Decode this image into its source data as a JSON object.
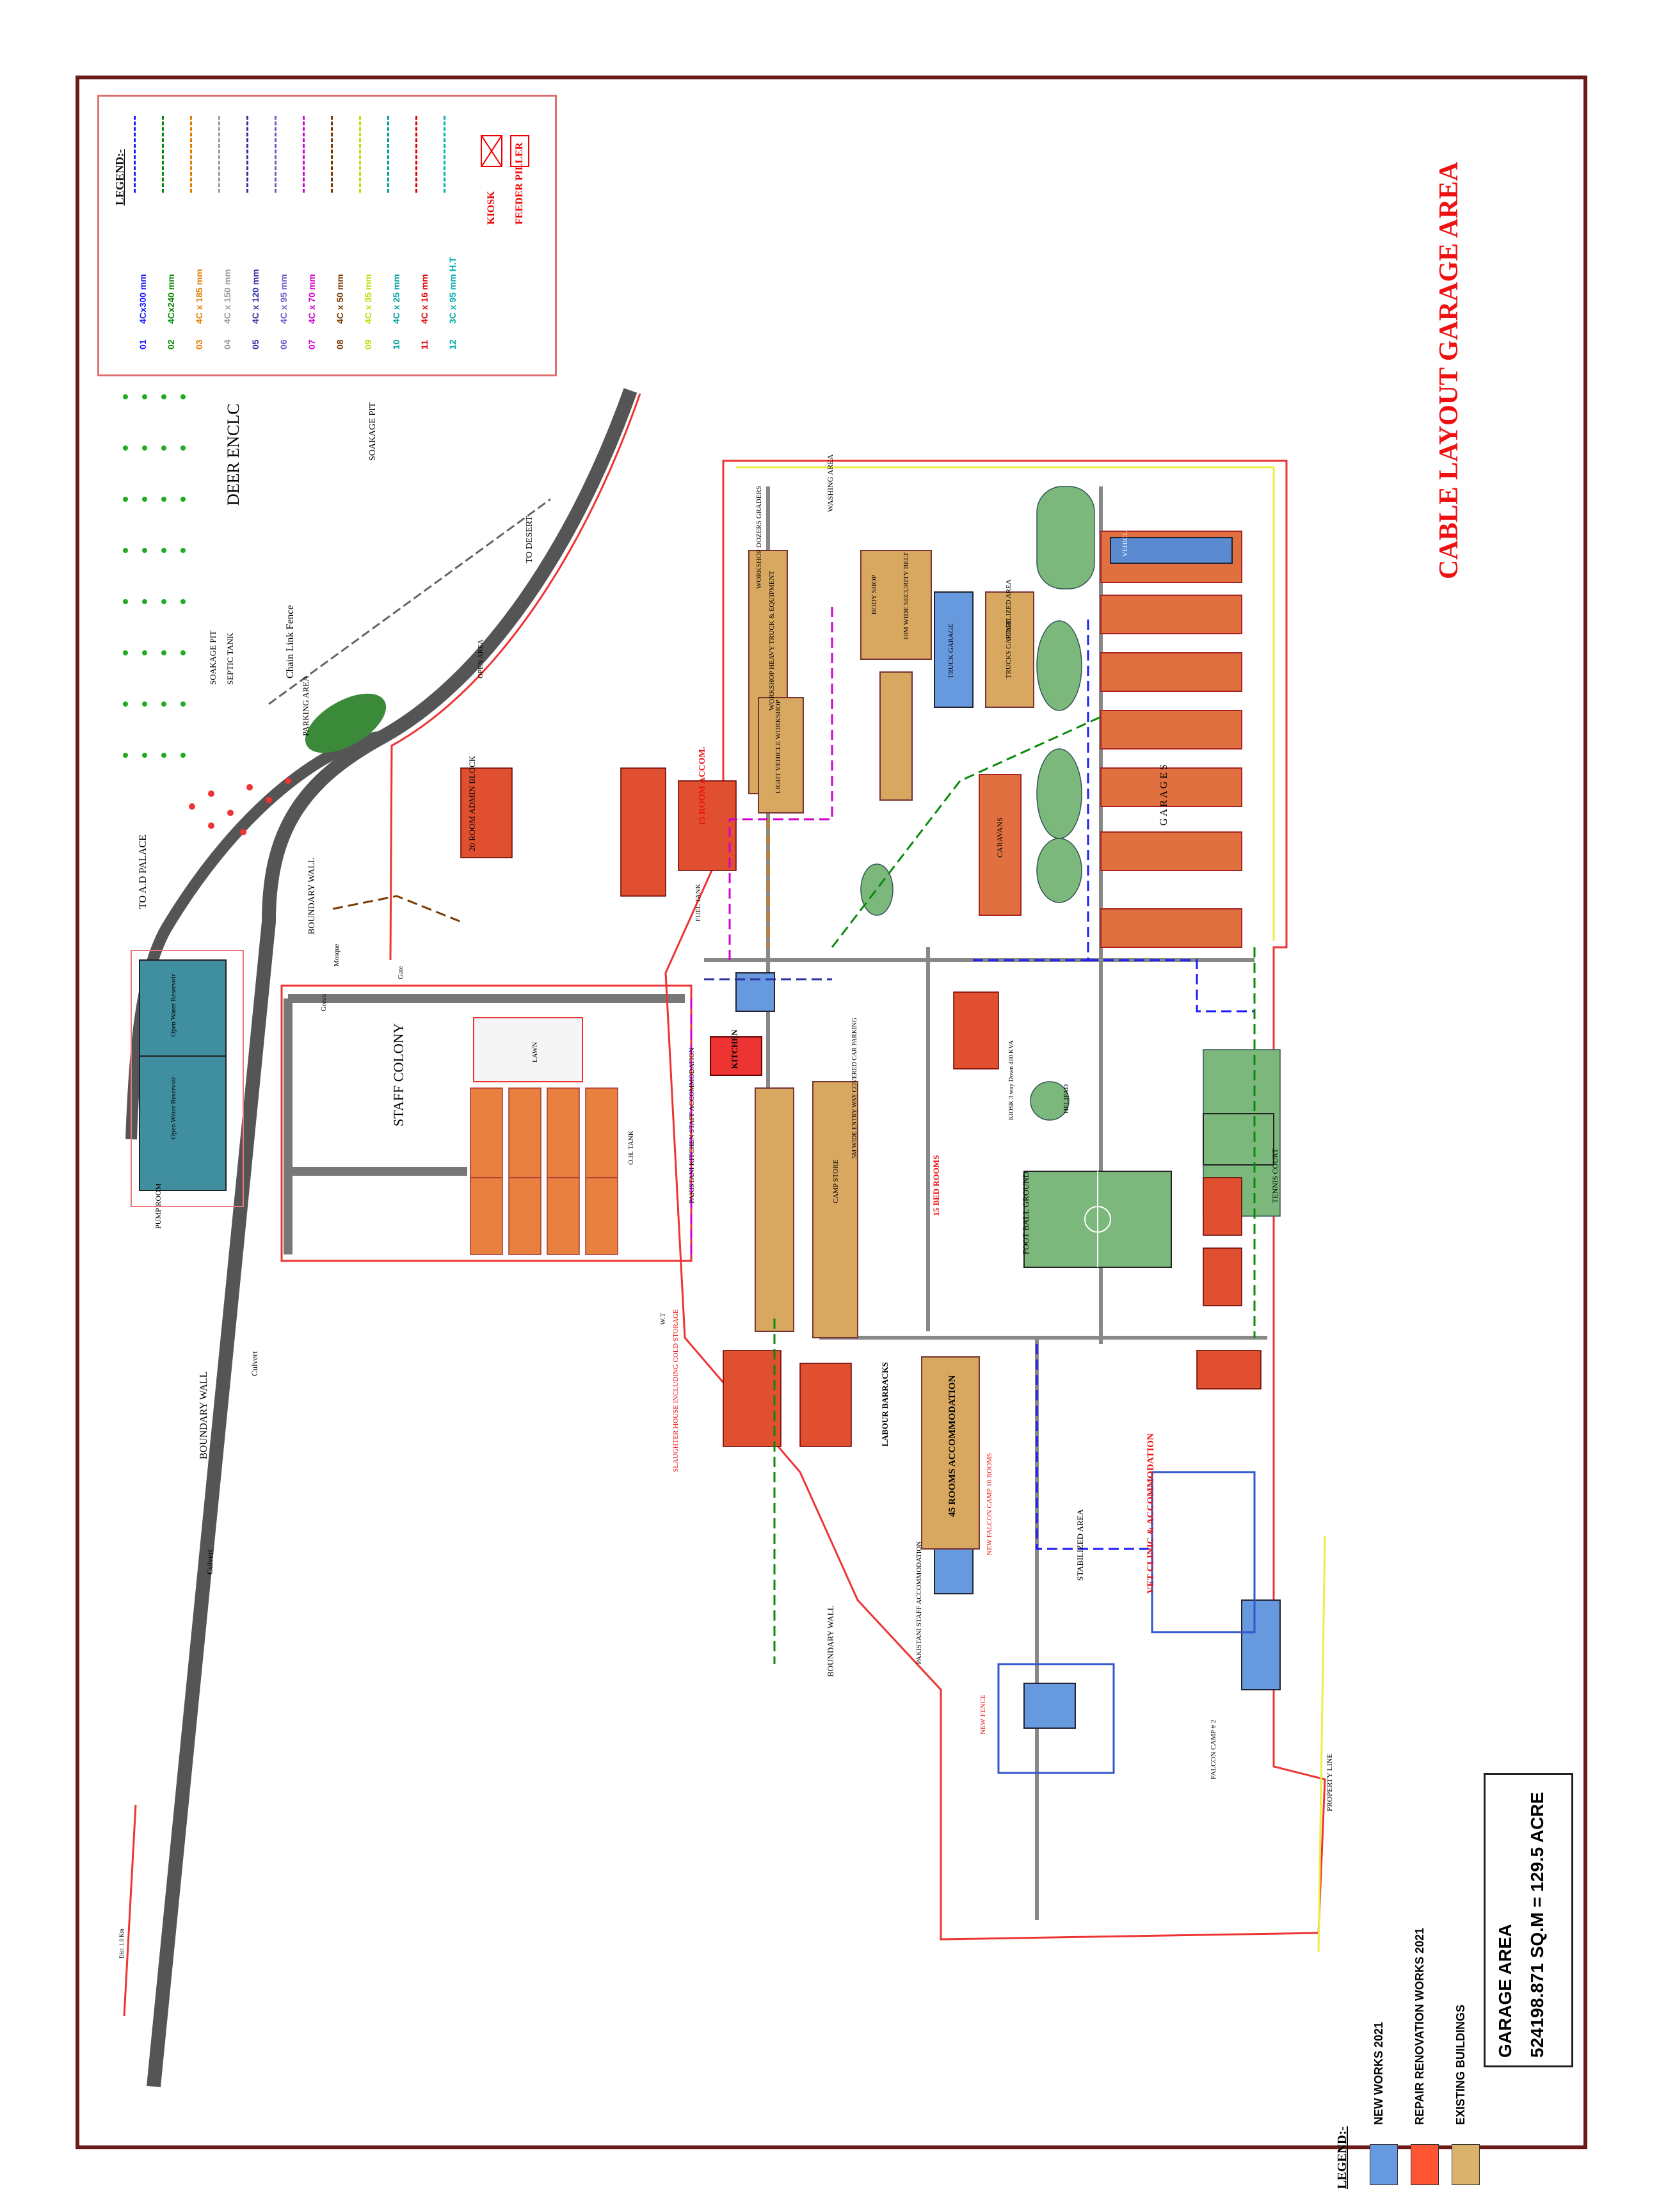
{
  "title": "CABLE LAYOUT GARAGE AREA",
  "cable_legend": {
    "heading": "LEGEND:-",
    "items": [
      {
        "no": "01",
        "label": "4Cx300 mm",
        "color": "#1a1aff"
      },
      {
        "no": "02",
        "label": "4Cx240 mm",
        "color": "#0a8a0a"
      },
      {
        "no": "03",
        "label": "4C x 185 mm",
        "color": "#e07b00"
      },
      {
        "no": "04",
        "label": "4C x 150 mm",
        "color": "#9a9a9a"
      },
      {
        "no": "05",
        "label": "4C x 120 mm",
        "color": "#3030a0"
      },
      {
        "no": "06",
        "label": "4C x 95 mm",
        "color": "#6a5acd"
      },
      {
        "no": "07",
        "label": "4C x 70 mm",
        "color": "#d000d0"
      },
      {
        "no": "08",
        "label": "4C x 50 mm",
        "color": "#7a3b00"
      },
      {
        "no": "09",
        "label": "4C x 35 mm",
        "color": "#b8e000"
      },
      {
        "no": "10",
        "label": "4C x 25 mm",
        "color": "#00a0a0"
      },
      {
        "no": "11",
        "label": "4C x 16 mm",
        "color": "#e00000"
      },
      {
        "no": "12",
        "label": "3C x 95 mm H.T",
        "color": "#00b0b0"
      }
    ],
    "kiosk": "KIOSK",
    "feeder": "FEEDER PILLER"
  },
  "works_legend": {
    "heading": "LEGEND:-",
    "items": [
      {
        "label": "NEW WORKS 2021",
        "color": "#6699dd"
      },
      {
        "label": "REPAIR RENOVATION WORKS 2021",
        "color": "#ff5533"
      },
      {
        "label": "EXISTING BUILDINGS",
        "color": "#d9b36b"
      }
    ]
  },
  "area": {
    "line1": "GARAGE AREA",
    "line2": "524198.871 SQ.M = 129.5 ACRE"
  },
  "labels": {
    "deer": "DEER ENCLC",
    "soakage_pit": "SOAKAGE PIT",
    "soakage": "SOAKAGE PIT",
    "septic": "SEPTIC TANK",
    "chain_fence": "Chain Link Fence",
    "to_desert": "TO DESERT",
    "to_palace": "TO A.D PALACE",
    "parking": "PARKING AREA",
    "boundary_wall": "BOUNDARY WALL",
    "boundary_wall2": "BOUNDARY WALL",
    "boundary_wall3": "BOUNDARY WALL",
    "staff_colony": "STAFF COLONY",
    "open_reservoir": "Open Water Reservoir",
    "open_reservoir2": "Open Water Reservoir",
    "pump_room": "PUMP ROOM",
    "culvert": "Culvert",
    "culvert2": "Culvert",
    "garages": "G A R A G E S",
    "vehicle_garage": "VEHICLE GARAGE",
    "caravans": "CARAVANS",
    "football": "FOOT BALL GROUND",
    "rooms45": "45 ROOMS ACCOMMODATION",
    "kitchen": "KITCHEN",
    "rooms15": "15 ROOM ACCOM.",
    "admin": "20 ROOM ADMIN BLOCK",
    "vet": "VET CLINIC & ACCOMMODATION",
    "labour": "LABOUR BARRACKS",
    "stabilized": "STABILIZED AREA",
    "stabilized2": "STABILIZED AREA",
    "security_belt": "10M WIDE SECURITY BELT",
    "property_line": "PROPERTY LINE",
    "tennis": "TENNIS COURT",
    "heavy_workshop": "WORKSHOP HEAVY TRUCK & EQUIPMENT",
    "light_workshop": "LIGHT VEHICLE WORKSHOP",
    "washing": "WASHING AREA",
    "dozers": "WORKSHOP DOZERS GRADERS",
    "truck_garage": "TRUCK GARAGE",
    "trucks_garage": "TRUCKS GARAGE",
    "body_shop": "BODY SHOP",
    "new_fence": "NEW FENCE",
    "falcon_camp1": "NEW FALCON CAMP 10 ROOMS",
    "falcon_camp2": "FALCON CAMP # 2",
    "slaughter": "SLAUGHTER HOUSE INCLUDING COLD STORAGE",
    "staff_kitchen": "PAKISTANI KITCHEN STAFF ACCOMMODATION",
    "pak_staff": "PAKISTANI STAFF ACCOMMODATION",
    "bed_rooms": "15 BED ROOMS",
    "camp_store": "CAMP STORE",
    "workshop_parking": "5M WIDE ENTRY WAY COVERED CAR PARKING",
    "helipad": "HELIPAD",
    "mosque": "Mosque",
    "lawn": "LAWN",
    "green": "Green",
    "fuel_tank": "FUEL TANK",
    "gate": "Gate",
    "open_area": "OPEN AREA",
    "kiosk_text": "KIOSK 3 way Down 400 KVA",
    "ohtank": "O.H. TANK",
    "wt": "W.T",
    "dist_caption": "Dist: 1.0 Km"
  }
}
